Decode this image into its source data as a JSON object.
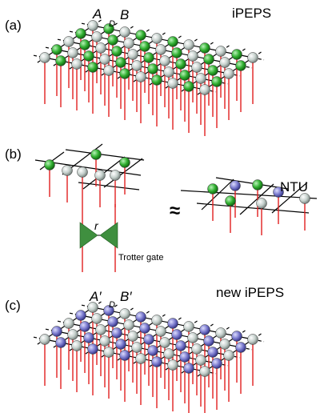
{
  "panel_a": {
    "label": "(a)",
    "title": "iPEPS",
    "site_a": "A",
    "site_b": "B",
    "bond": "D"
  },
  "panel_b": {
    "label": "(b)",
    "title": "NTU",
    "approx": "≈",
    "gate_label": "Trotter gate",
    "gate_bond": "r"
  },
  "panel_c": {
    "label": "(c)",
    "title": "new iPEPS",
    "site_a": "A′",
    "site_b": "B′",
    "bond": "D"
  },
  "colors": {
    "green": "#2fae2f",
    "gray": "#c4cfcb",
    "blue": "#7878cc",
    "leg": "#e02020",
    "gate": "#3f8f3f"
  }
}
